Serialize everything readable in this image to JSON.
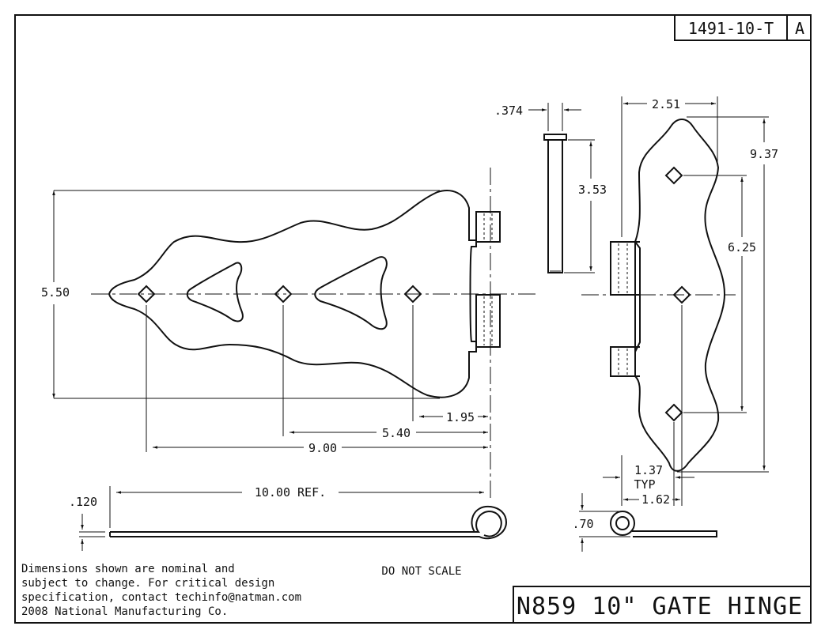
{
  "title_block": {
    "part_number": "1491-10-T",
    "revision": "A",
    "title": "N859 10\" GATE HINGE"
  },
  "notes": {
    "line1": "Dimensions shown are nominal and",
    "line2": "subject to change. For critical design",
    "line3": "specification, contact techinfo@natman.com",
    "line4": "2008 National Manufacturing Co.",
    "scale_note": "DO NOT SCALE"
  },
  "dimensions": {
    "strap_height": "5.50",
    "hole_1": "1.95",
    "hole_2": "5.40",
    "hole_3": "9.00",
    "overall_length": "10.00 REF.",
    "thickness": ".120",
    "pin_diameter": ".374",
    "pin_length": "3.53",
    "plate_width": "2.51",
    "plate_height": "9.37",
    "hole_spacing": "6.25",
    "hole_offset": "1.37",
    "typ": "TYP",
    "hole_inset": "1.62",
    "knuckle_height": ".70"
  }
}
